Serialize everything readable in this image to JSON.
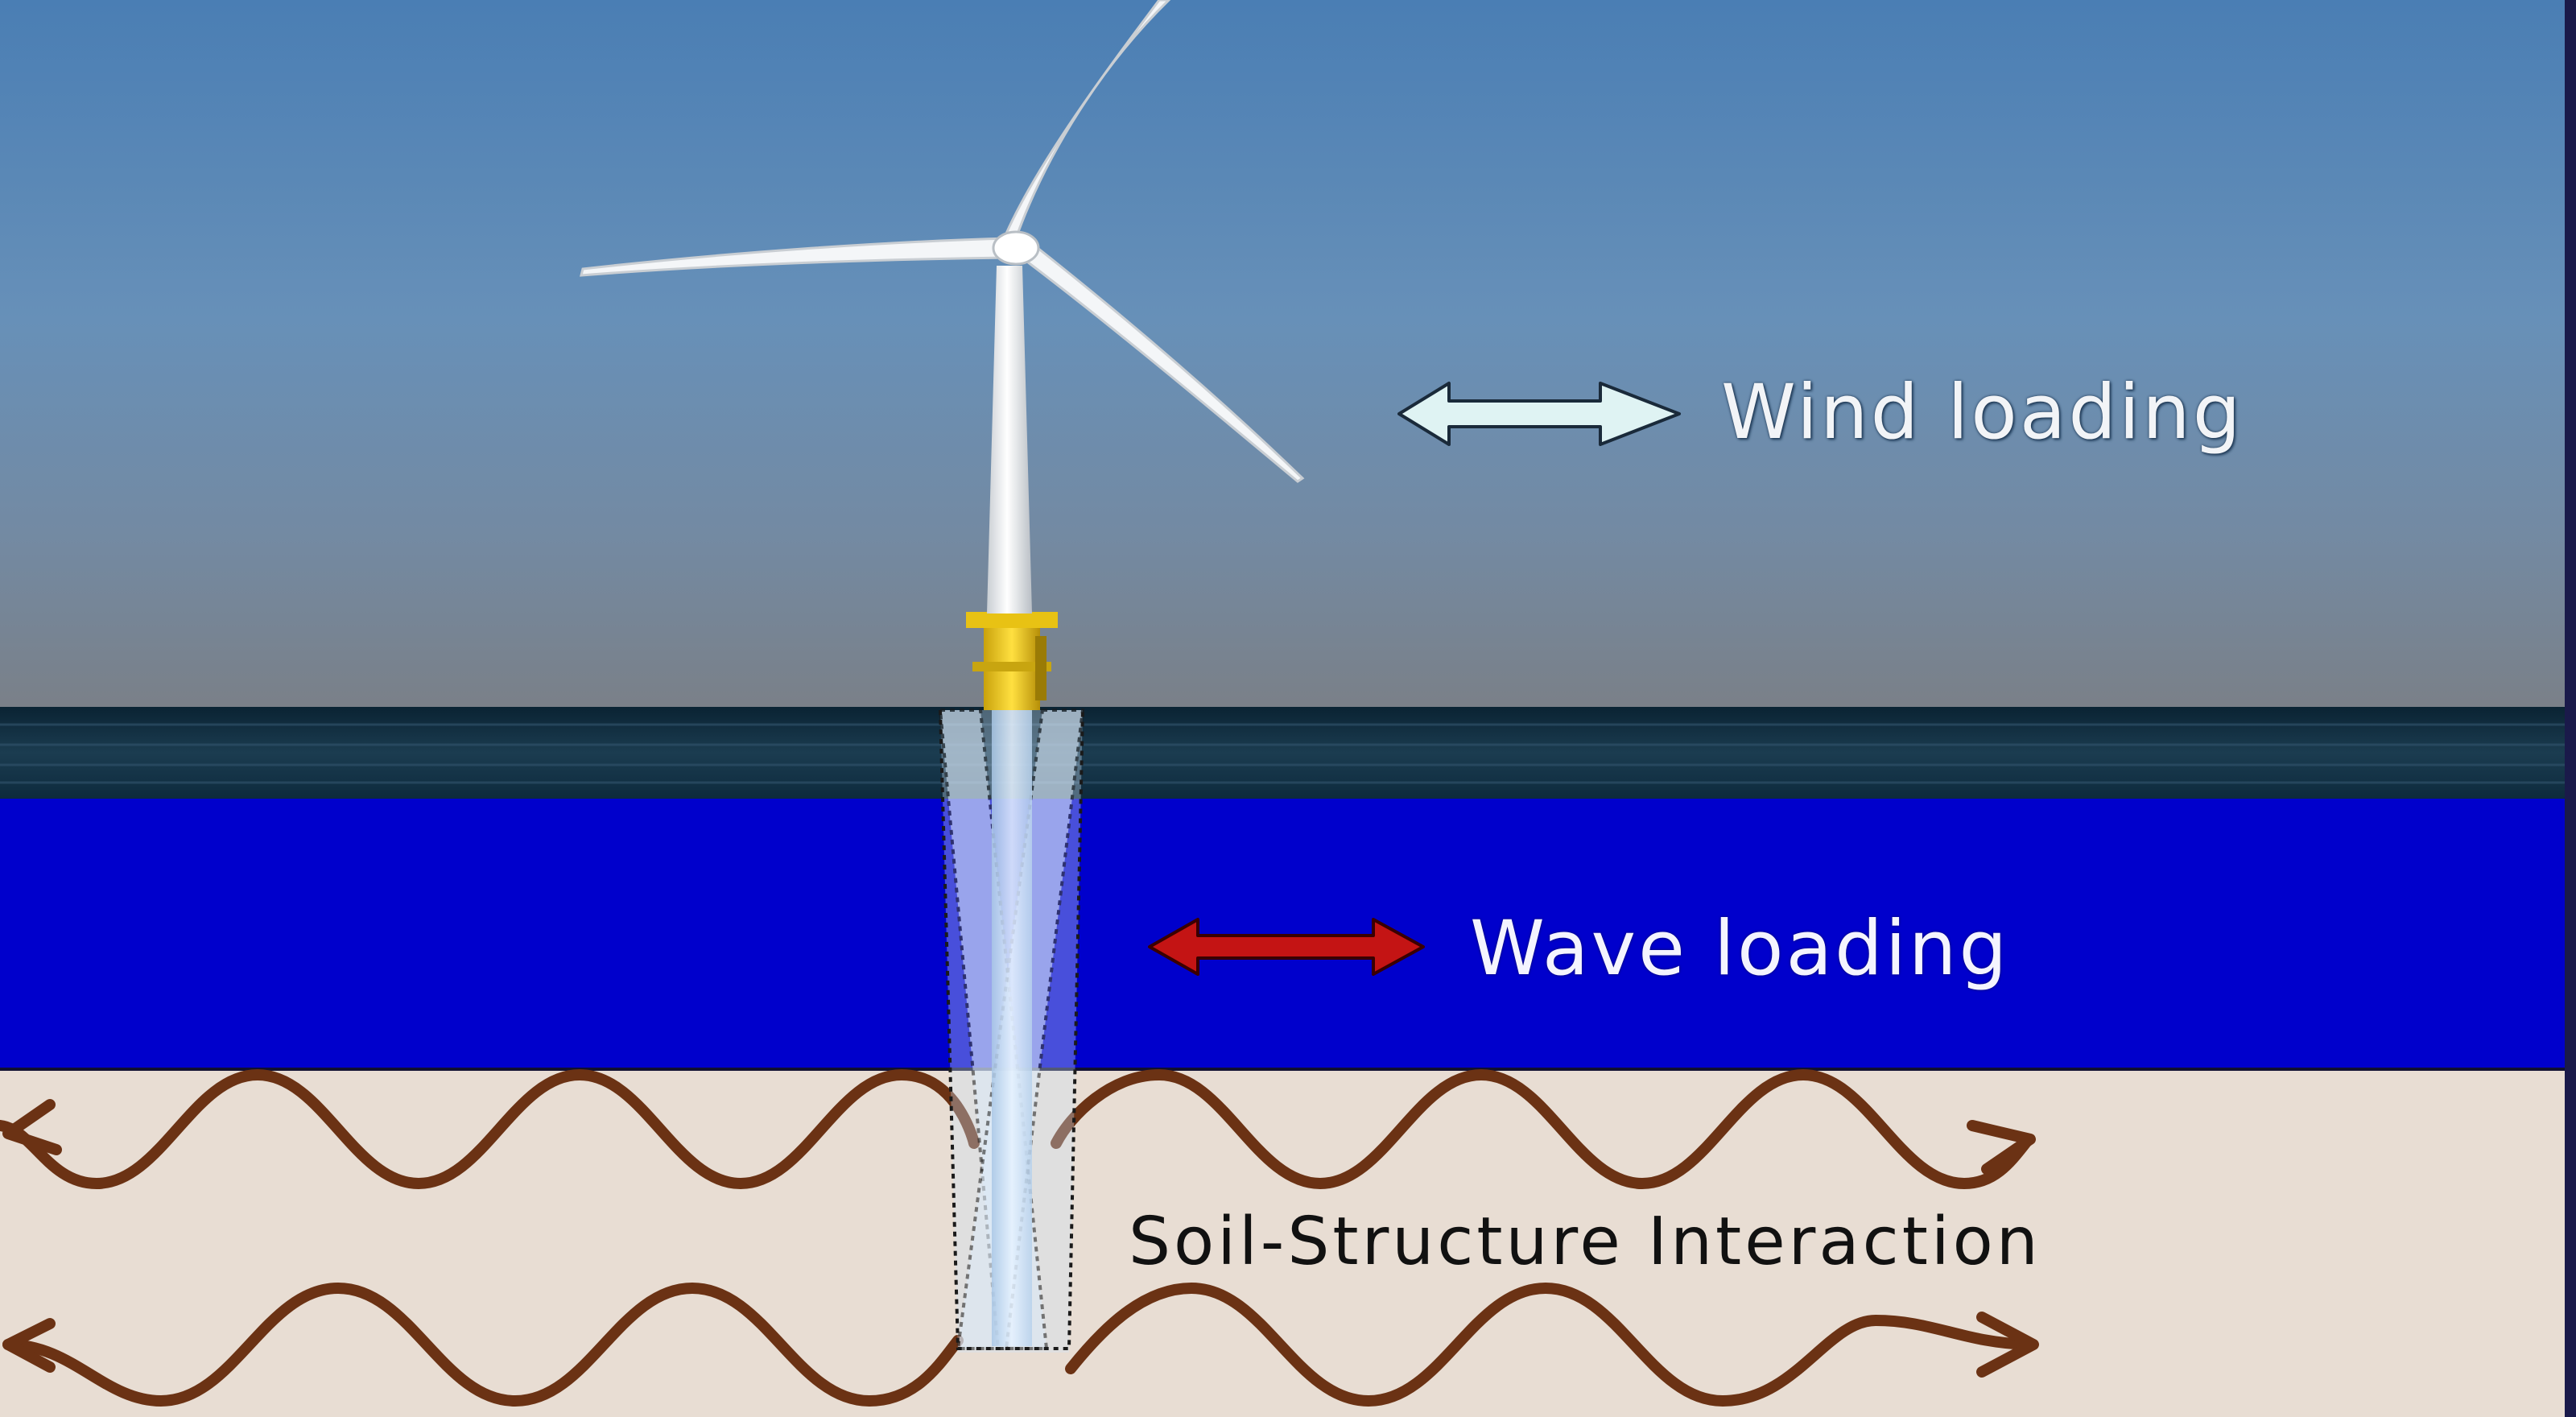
{
  "labels": {
    "wind": "Wind loading",
    "wave": "Wave loading",
    "soil": "Soil-Structure Interaction"
  },
  "icons": {
    "wind_arrow": "double-headed-arrow-icon",
    "wave_arrow": "double-headed-arrow-icon",
    "soil_waves": "wavy-arrow-icon"
  },
  "colors": {
    "sky_top": "#4a7eb4",
    "sky_bottom": "#77828e",
    "sea_surface": "#0c2a3c",
    "water": "#0000cc",
    "soil": "#e8ddd3",
    "soil_wave": "#6b3214",
    "wind_arrow": "#dff3f3",
    "wave_arrow": "#c41414",
    "transition_piece": "#f3d21a"
  }
}
